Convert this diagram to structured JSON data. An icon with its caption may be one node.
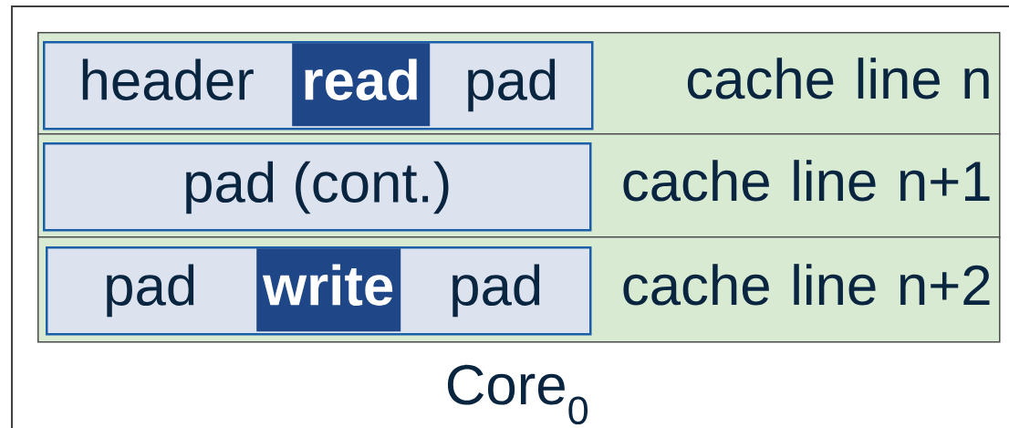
{
  "diagram": {
    "nodes": [
      {
        "text": [
          "Core$_{0}$"
        ]
      },
      {
        "text": [
          "cache line n"
        ],
        "in": 0
      },
      {
        "text": [],
        "shape": "box",
        "in": 1
      },
      {
        "text": [
          "header"
        ],
        "in": 2
      },
      {
        "text": [
          "read"
        ],
        "in": 2
      },
      {
        "text": [
          "pad"
        ],
        "in": 2
      },
      {
        "text": [
          "cache line n+1"
        ],
        "in": 0
      },
      {
        "text": [
          "pad (cont.)"
        ],
        "in": 6
      },
      {
        "text": [
          "cache line n+2"
        ],
        "in": 0
      },
      {
        "text": [],
        "shape": "box",
        "in": 8
      },
      {
        "text": [
          "pad"
        ],
        "in": 9
      },
      {
        "text": [
          "write"
        ],
        "in": 9
      },
      {
        "text": [
          "pad"
        ],
        "in": 9
      }
    ]
  }
}
